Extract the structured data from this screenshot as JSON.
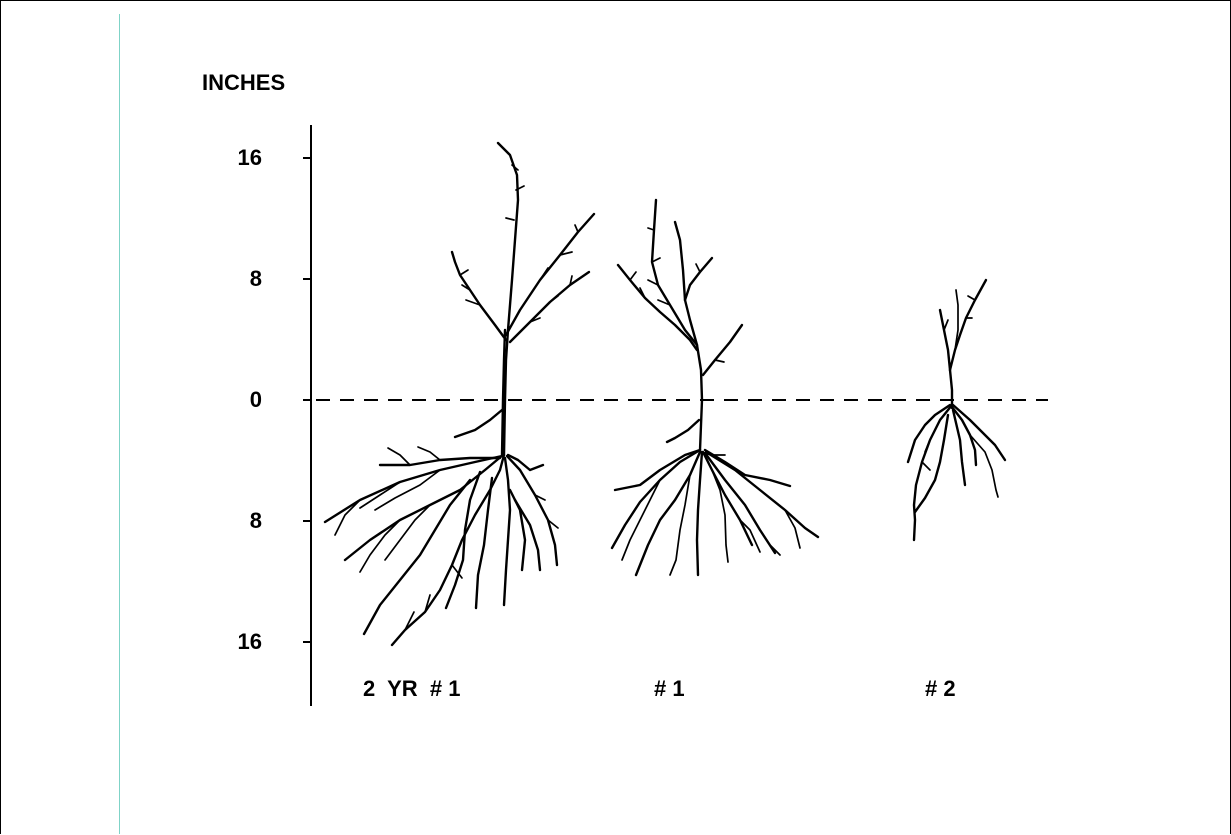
{
  "axis": {
    "unit_label": "INCHES",
    "ticks": [
      {
        "label": "16",
        "inches": 16
      },
      {
        "label": "8",
        "inches": 8
      },
      {
        "label": "0",
        "inches": 0
      },
      {
        "label": "8",
        "inches": -8
      },
      {
        "label": "16",
        "inches": -16
      }
    ]
  },
  "seedlings": [
    {
      "label": "2  YR  # 1"
    },
    {
      "label": "# 1"
    },
    {
      "label": "# 2"
    }
  ],
  "colors": {
    "margin_rule": "#7fd3c7",
    "ink": "#000000"
  }
}
